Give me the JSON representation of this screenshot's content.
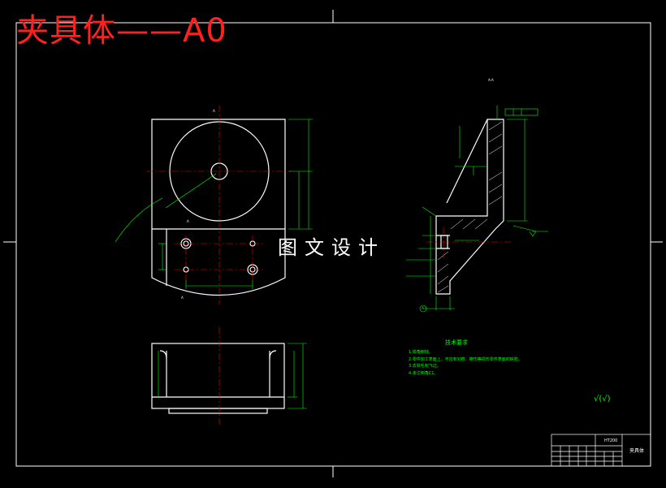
{
  "header": {
    "title": "夹具体——A0"
  },
  "watermark": "图文设计",
  "technical_requirements": {
    "title": "技术要求",
    "items": [
      "1.锐角倒钝。",
      "2.零件加工表面上，不应有划痕、擦伤等损伤零件表面的缺陷。",
      "3.去除毛刺飞边。",
      "4.未注倒角C1。"
    ]
  },
  "section_label": "A-A",
  "view_labels": {
    "a_top": "A",
    "a_mid": "A",
    "a_bottom": "A",
    "datum": "A"
  },
  "roughness_symbol": "√(√)",
  "title_block": {
    "material": "HT200",
    "drawing_name": "夹具体"
  },
  "colors": {
    "outline": "#ffffff",
    "dimension": "#00ff00",
    "centerline": "#ff0000",
    "title": "#ff2020"
  }
}
